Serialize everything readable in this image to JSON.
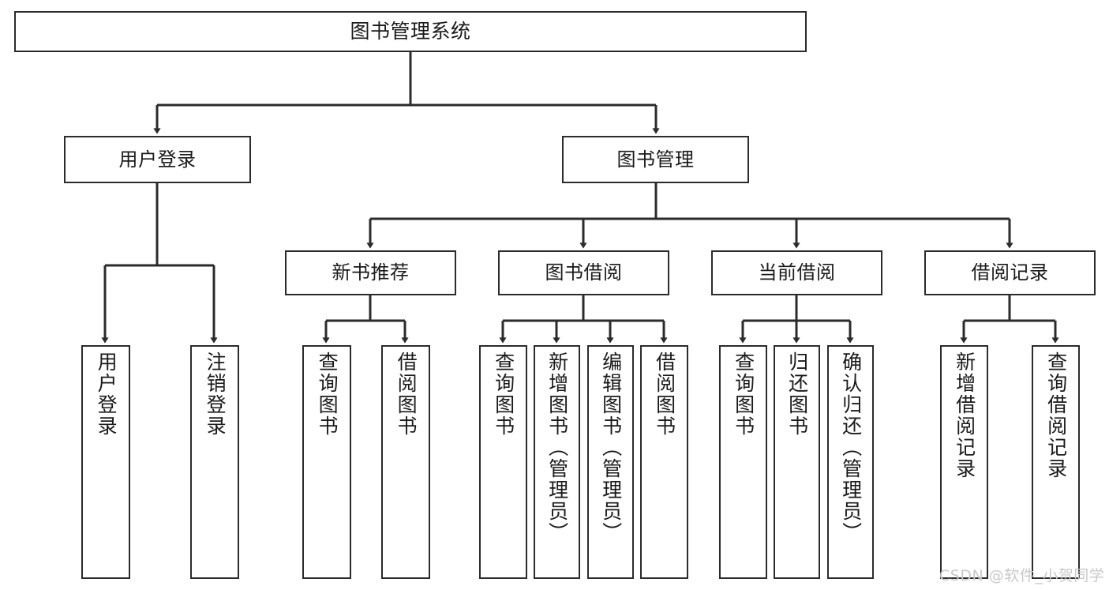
{
  "diagram": {
    "title": "图书管理系统",
    "type": "tree",
    "background_color": "#ffffff",
    "border_color": "#2b2b2b",
    "text_color": "#1a1a1a",
    "watermark": "CSDN @软件_小贺同学",
    "levels": {
      "root": {
        "label": "图书管理系统"
      },
      "level2": [
        {
          "label": "用户登录"
        },
        {
          "label": "图书管理"
        }
      ],
      "level3": [
        {
          "label": "新书推荐"
        },
        {
          "label": "图书借阅"
        },
        {
          "label": "当前借阅"
        },
        {
          "label": "借阅记录"
        }
      ],
      "leaves": {
        "user_login": [
          {
            "label": "用户登录"
          },
          {
            "label": "注销登录"
          }
        ],
        "new_book_recommend": [
          {
            "label": "查询图书"
          },
          {
            "label": "借阅图书"
          }
        ],
        "book_borrow": [
          {
            "label": "查询图书"
          },
          {
            "label": "新增图书（管理员）"
          },
          {
            "label": "编辑图书（管理员）"
          },
          {
            "label": "借阅图书"
          }
        ],
        "current_borrow": [
          {
            "label": "查询图书"
          },
          {
            "label": "归还图书"
          },
          {
            "label": "确认归还（管理员）"
          }
        ],
        "borrow_record": [
          {
            "label": "新增借阅记录"
          },
          {
            "label": "查询借阅记录"
          }
        ]
      }
    }
  }
}
